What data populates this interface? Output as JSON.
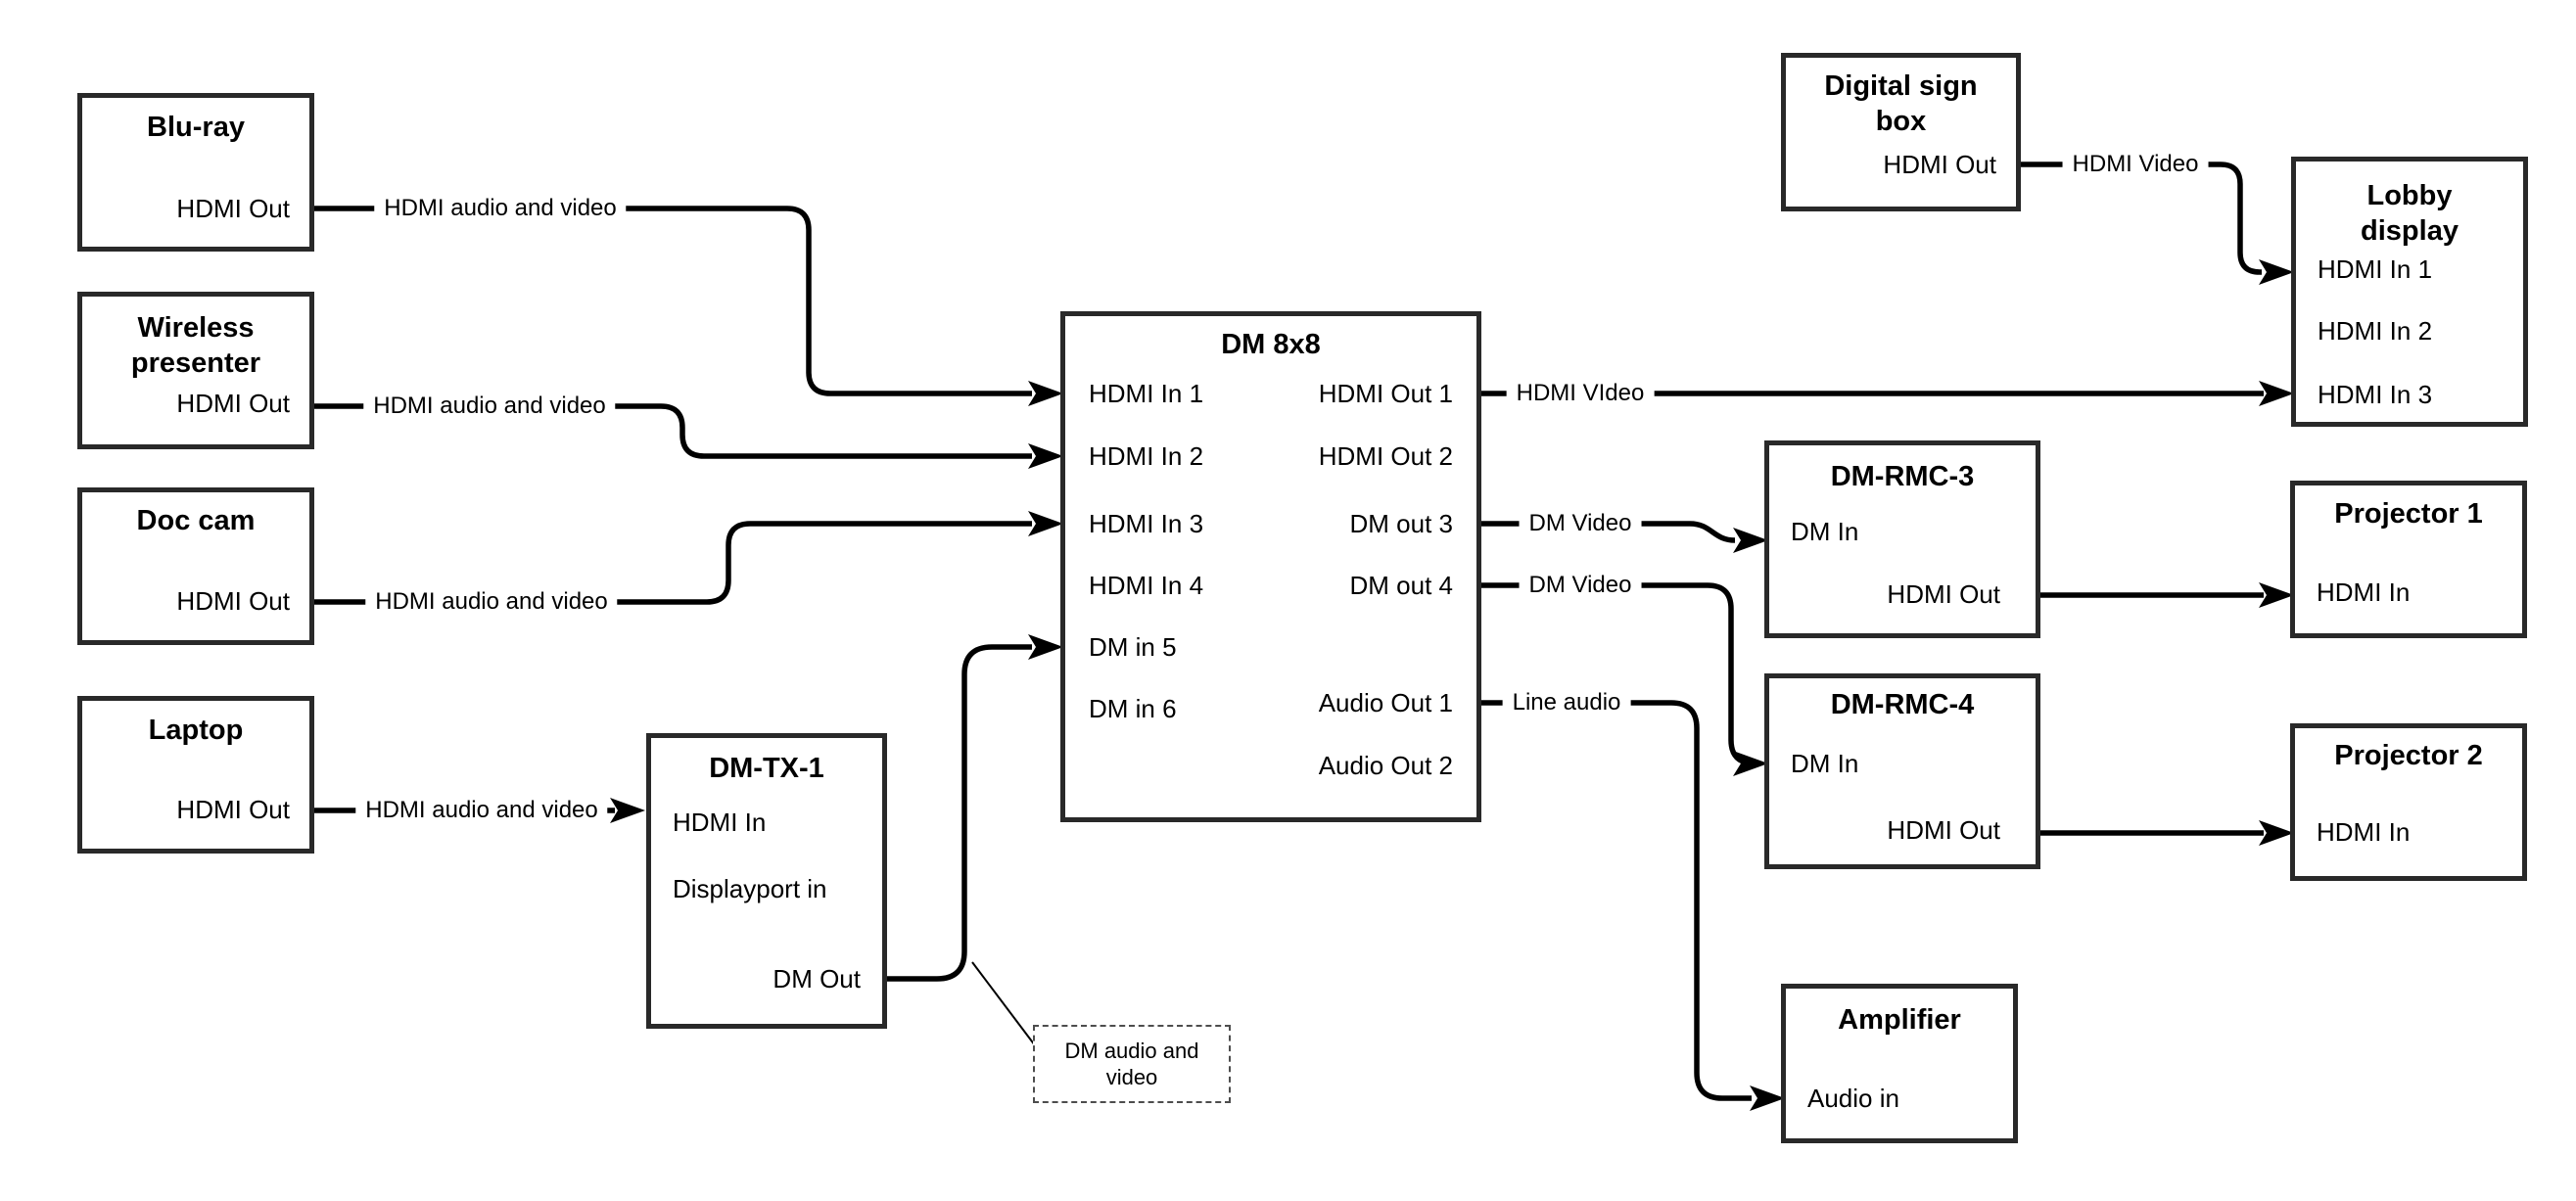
{
  "colors": {
    "line": "#000000",
    "box_border": "#292929",
    "background": "#ffffff",
    "text": "#000000"
  },
  "boxes": {
    "bluray": {
      "title": "Blu-ray",
      "port_hdmi_out": "HDMI Out"
    },
    "wireless": {
      "title1": "Wireless",
      "title2": "presenter",
      "port_hdmi_out": "HDMI Out"
    },
    "doccam": {
      "title": "Doc cam",
      "port_hdmi_out": "HDMI Out"
    },
    "laptop": {
      "title": "Laptop",
      "port_hdmi_out": "HDMI Out"
    },
    "dmtx1": {
      "title": "DM-TX-1",
      "port_hdmi_in": "HDMI In",
      "port_dp_in": "Displayport in",
      "port_dm_out": "DM Out"
    },
    "dm8x8": {
      "title": "DM 8x8",
      "in1": "HDMI In 1",
      "in2": "HDMI In 2",
      "in3": "HDMI In 3",
      "in4": "HDMI In 4",
      "in5": "DM in 5",
      "in6": "DM in 6",
      "out1": "HDMI Out 1",
      "out2": "HDMI Out 2",
      "out3": "DM out 3",
      "out4": "DM out 4",
      "aout1": "Audio Out 1",
      "aout2": "Audio Out 2"
    },
    "digitalsign": {
      "title1": "Digital sign",
      "title2": "box",
      "port_hdmi_out": "HDMI Out"
    },
    "lobby": {
      "title1": "Lobby",
      "title2": "display",
      "in1": "HDMI In 1",
      "in2": "HDMI In 2",
      "in3": "HDMI In 3"
    },
    "dmrmc3": {
      "title": "DM-RMC-3",
      "port_dm_in": "DM In",
      "port_hdmi_out": "HDMI Out"
    },
    "projector1": {
      "title": "Projector 1",
      "port_hdmi_in": "HDMI In"
    },
    "dmrmc4": {
      "title": "DM-RMC-4",
      "port_dm_in": "DM In",
      "port_hdmi_out": "HDMI Out"
    },
    "projector2": {
      "title": "Projector 2",
      "port_hdmi_in": "HDMI In"
    },
    "amplifier": {
      "title": "Amplifier",
      "port_audio_in": "Audio in"
    }
  },
  "callout": {
    "line1": "DM audio and",
    "line2": "video"
  },
  "connections": [
    {
      "from": "Blu-ray HDMI Out",
      "to": "DM 8x8 HDMI In 1",
      "label": "HDMI audio and video"
    },
    {
      "from": "Wireless presenter HDMI Out",
      "to": "DM 8x8 HDMI In 2",
      "label": "HDMI audio and video"
    },
    {
      "from": "Doc cam HDMI Out",
      "to": "DM 8x8 HDMI In 3",
      "label": "HDMI audio and video"
    },
    {
      "from": "Laptop HDMI Out",
      "to": "DM-TX-1 HDMI In",
      "label": "HDMI audio and video"
    },
    {
      "from": "DM-TX-1 DM Out",
      "to": "DM 8x8 DM in 5",
      "label": ""
    },
    {
      "from": "DM 8x8 HDMI Out 1",
      "to": "Lobby display HDMI In 3",
      "label": "HDMI VIdeo"
    },
    {
      "from": "Digital sign box HDMI Out",
      "to": "Lobby display HDMI In 1",
      "label": "HDMI Video"
    },
    {
      "from": "DM 8x8 DM out 3",
      "to": "DM-RMC-3 DM In",
      "label": "DM Video"
    },
    {
      "from": "DM 8x8 DM out 4",
      "to": "DM-RMC-4 DM In",
      "label": "DM Video"
    },
    {
      "from": "DM 8x8 Audio Out 1",
      "to": "Amplifier Audio in",
      "label": "Line audio"
    },
    {
      "from": "DM-RMC-3 HDMI Out",
      "to": "Projector 1 HDMI In",
      "label": ""
    },
    {
      "from": "DM-RMC-4 HDMI Out",
      "to": "Projector 2 HDMI In",
      "label": ""
    }
  ]
}
